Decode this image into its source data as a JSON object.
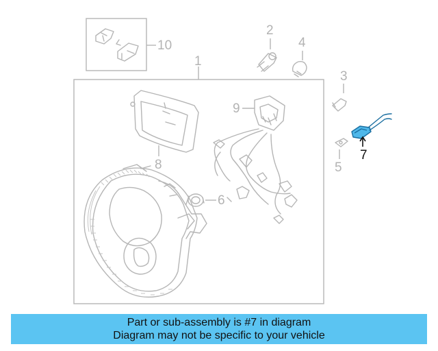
{
  "diagram": {
    "callouts": {
      "c1": "1",
      "c2": "2",
      "c3": "3",
      "c4": "4",
      "c5": "5",
      "c6": "6",
      "c7": "7",
      "c8": "8",
      "c9": "9",
      "c10": "10"
    },
    "highlight_part": "7",
    "highlight_color": "#1aa3e0",
    "part_color": "#b5b5b5"
  },
  "info_bar": {
    "line1": "Part or sub-assembly is #7 in diagram",
    "line2": "Diagram may not be specific to your vehicle",
    "background": "#5bc4f2"
  }
}
